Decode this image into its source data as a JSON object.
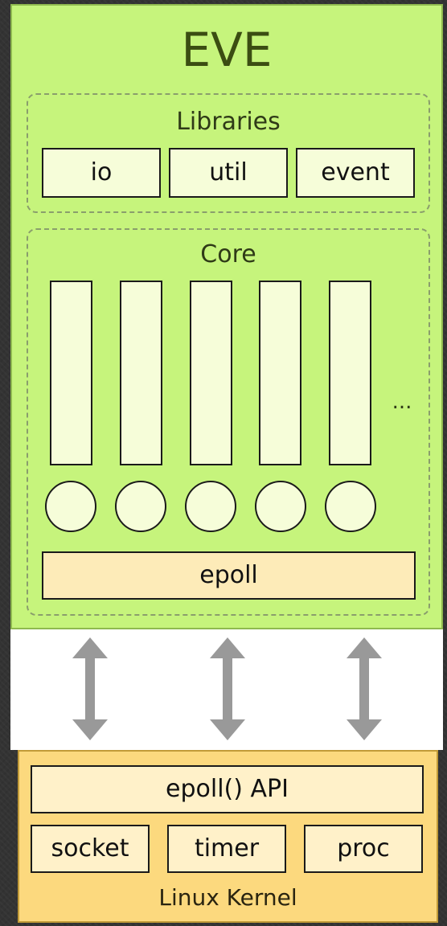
{
  "eve": {
    "title": "EVE",
    "libraries": {
      "label": "Libraries",
      "items": [
        "io",
        "util",
        "event"
      ]
    },
    "core": {
      "label": "Core",
      "queue_count": 5,
      "more": "...",
      "epoll": "epoll"
    }
  },
  "kernel": {
    "api": "epoll() API",
    "items": [
      "socket",
      "timer",
      "proc"
    ],
    "label": "Linux Kernel"
  },
  "colors": {
    "eve_fill": "#c6f47c",
    "kernel_fill": "#fcd97e",
    "arrow": "#999999"
  }
}
